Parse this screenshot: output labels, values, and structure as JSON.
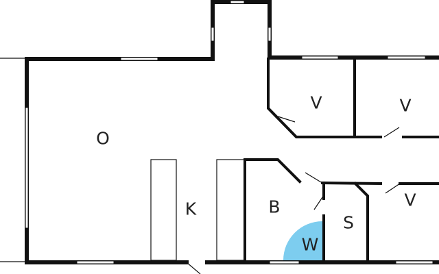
{
  "rooms": [
    {
      "id": "living",
      "label": "O"
    },
    {
      "id": "kitchen",
      "label": "K"
    },
    {
      "id": "bath",
      "label": "B"
    },
    {
      "id": "whirlpool",
      "label": "W"
    },
    {
      "id": "storage",
      "label": "S"
    },
    {
      "id": "bedroom1",
      "label": "V"
    },
    {
      "id": "bedroom2",
      "label": "V"
    },
    {
      "id": "bedroom3",
      "label": "V"
    }
  ],
  "colors": {
    "wall": "#111111",
    "whirlpool": "#7dcdef"
  }
}
